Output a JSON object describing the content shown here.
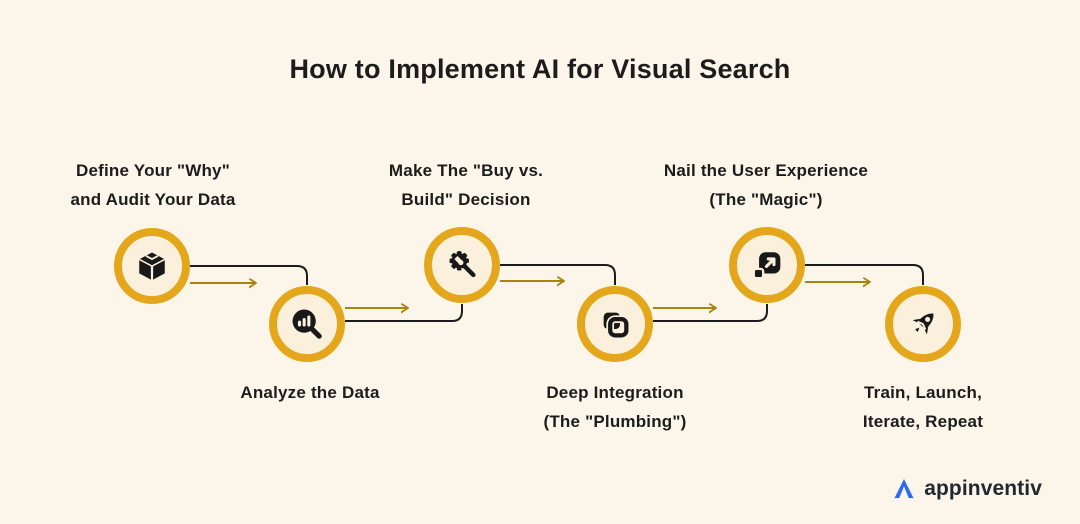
{
  "title": "How to Implement AI for Visual Search",
  "steps": [
    {
      "line1": "Define Your \"Why\"",
      "line2": "and Audit Your Data",
      "icon": "package-box-icon",
      "label_position": "above"
    },
    {
      "line1": "Analyze the Data",
      "line2": "",
      "icon": "chart-magnifier-icon",
      "label_position": "below"
    },
    {
      "line1": "Make The \"Buy vs.",
      "line2": "Build\" Decision",
      "icon": "gear-wrench-icon",
      "label_position": "above"
    },
    {
      "line1": "Deep Integration",
      "line2": "(The \"Plumbing\")",
      "icon": "integration-squares-icon",
      "label_position": "below"
    },
    {
      "line1": "Nail the User Experience",
      "line2": "(The \"Magic\")",
      "icon": "expand-arrow-icon",
      "label_position": "above"
    },
    {
      "line1": "Train, Launch,",
      "line2": "Iterate, Repeat",
      "icon": "rocket-icon",
      "label_position": "below"
    }
  ],
  "logo": {
    "text": "appinventiv"
  },
  "colors": {
    "background": "#FCF6EA",
    "ring": "#E4A71B",
    "ring_fill": "#FAF0DC",
    "connector_line": "#1C1C1C",
    "arrow_gold": "#A9830F",
    "text": "#1C1C1C",
    "logo_blue": "#2E6BF4"
  }
}
